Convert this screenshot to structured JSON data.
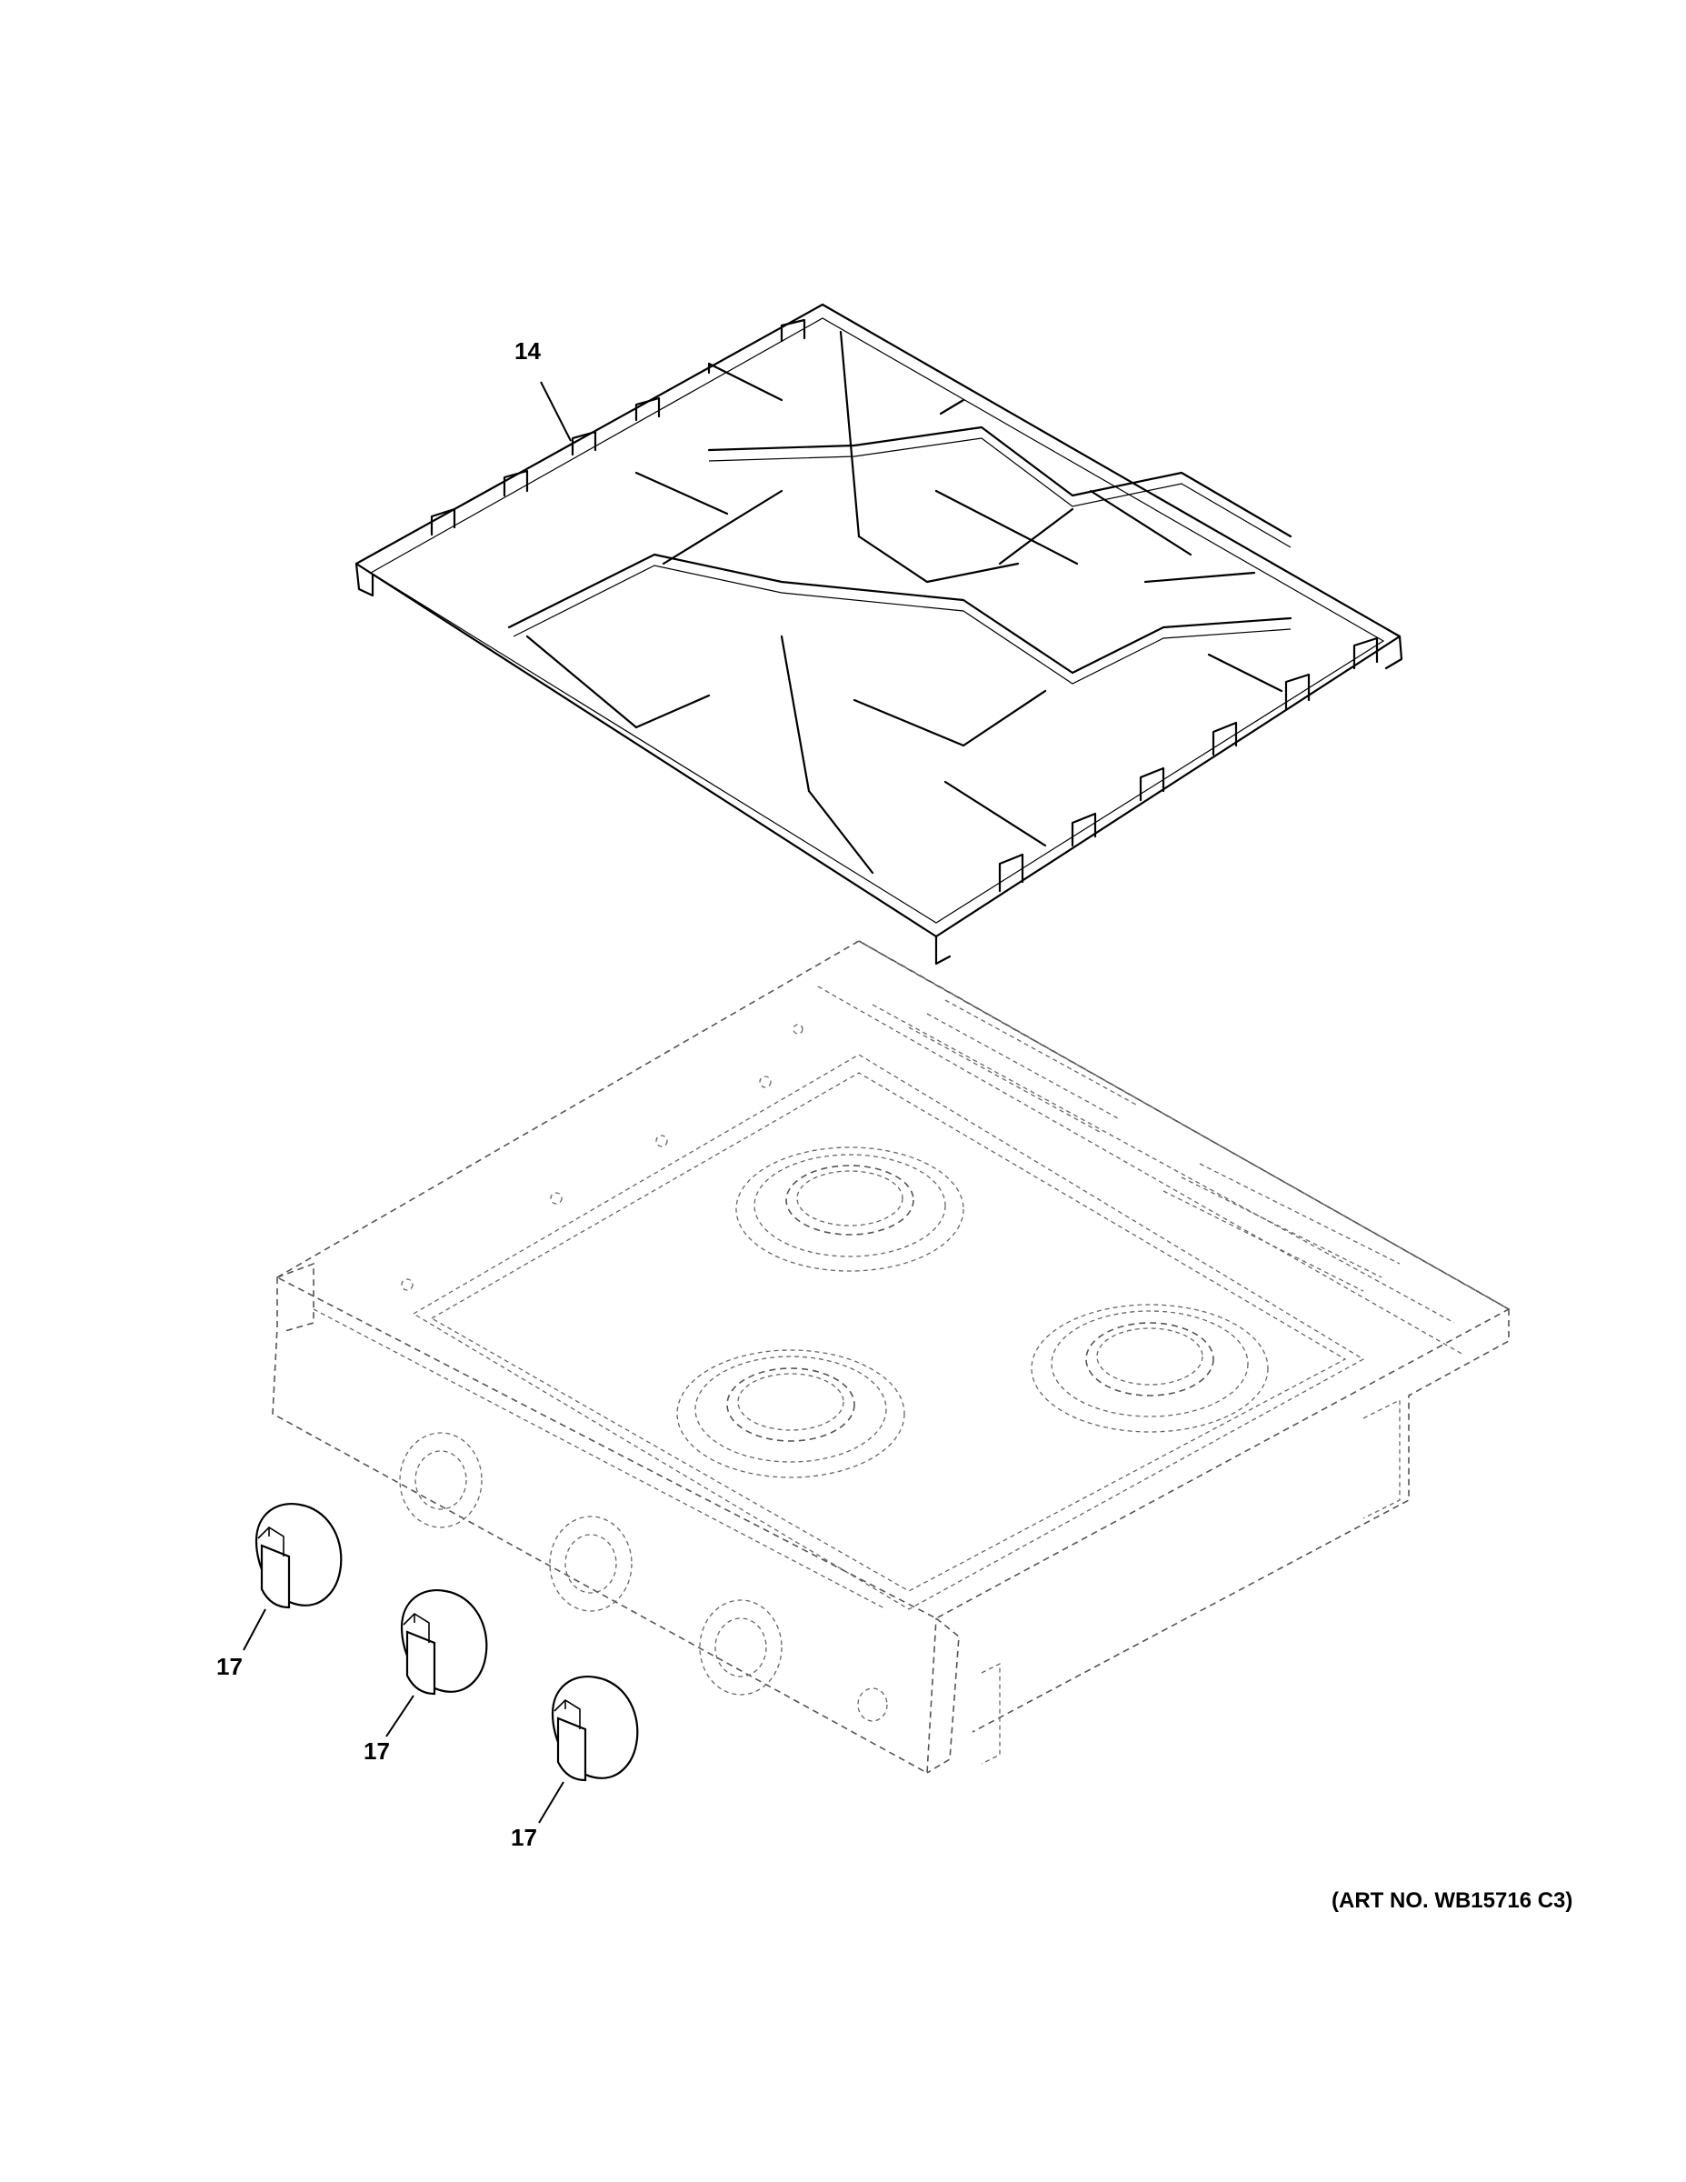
{
  "figure": {
    "art_number": "(ART NO. WB15716 C3)",
    "callouts": [
      {
        "id": "grate",
        "label": "14"
      },
      {
        "id": "knob-1",
        "label": "17"
      },
      {
        "id": "knob-2",
        "label": "17"
      },
      {
        "id": "knob-3",
        "label": "17"
      }
    ]
  }
}
